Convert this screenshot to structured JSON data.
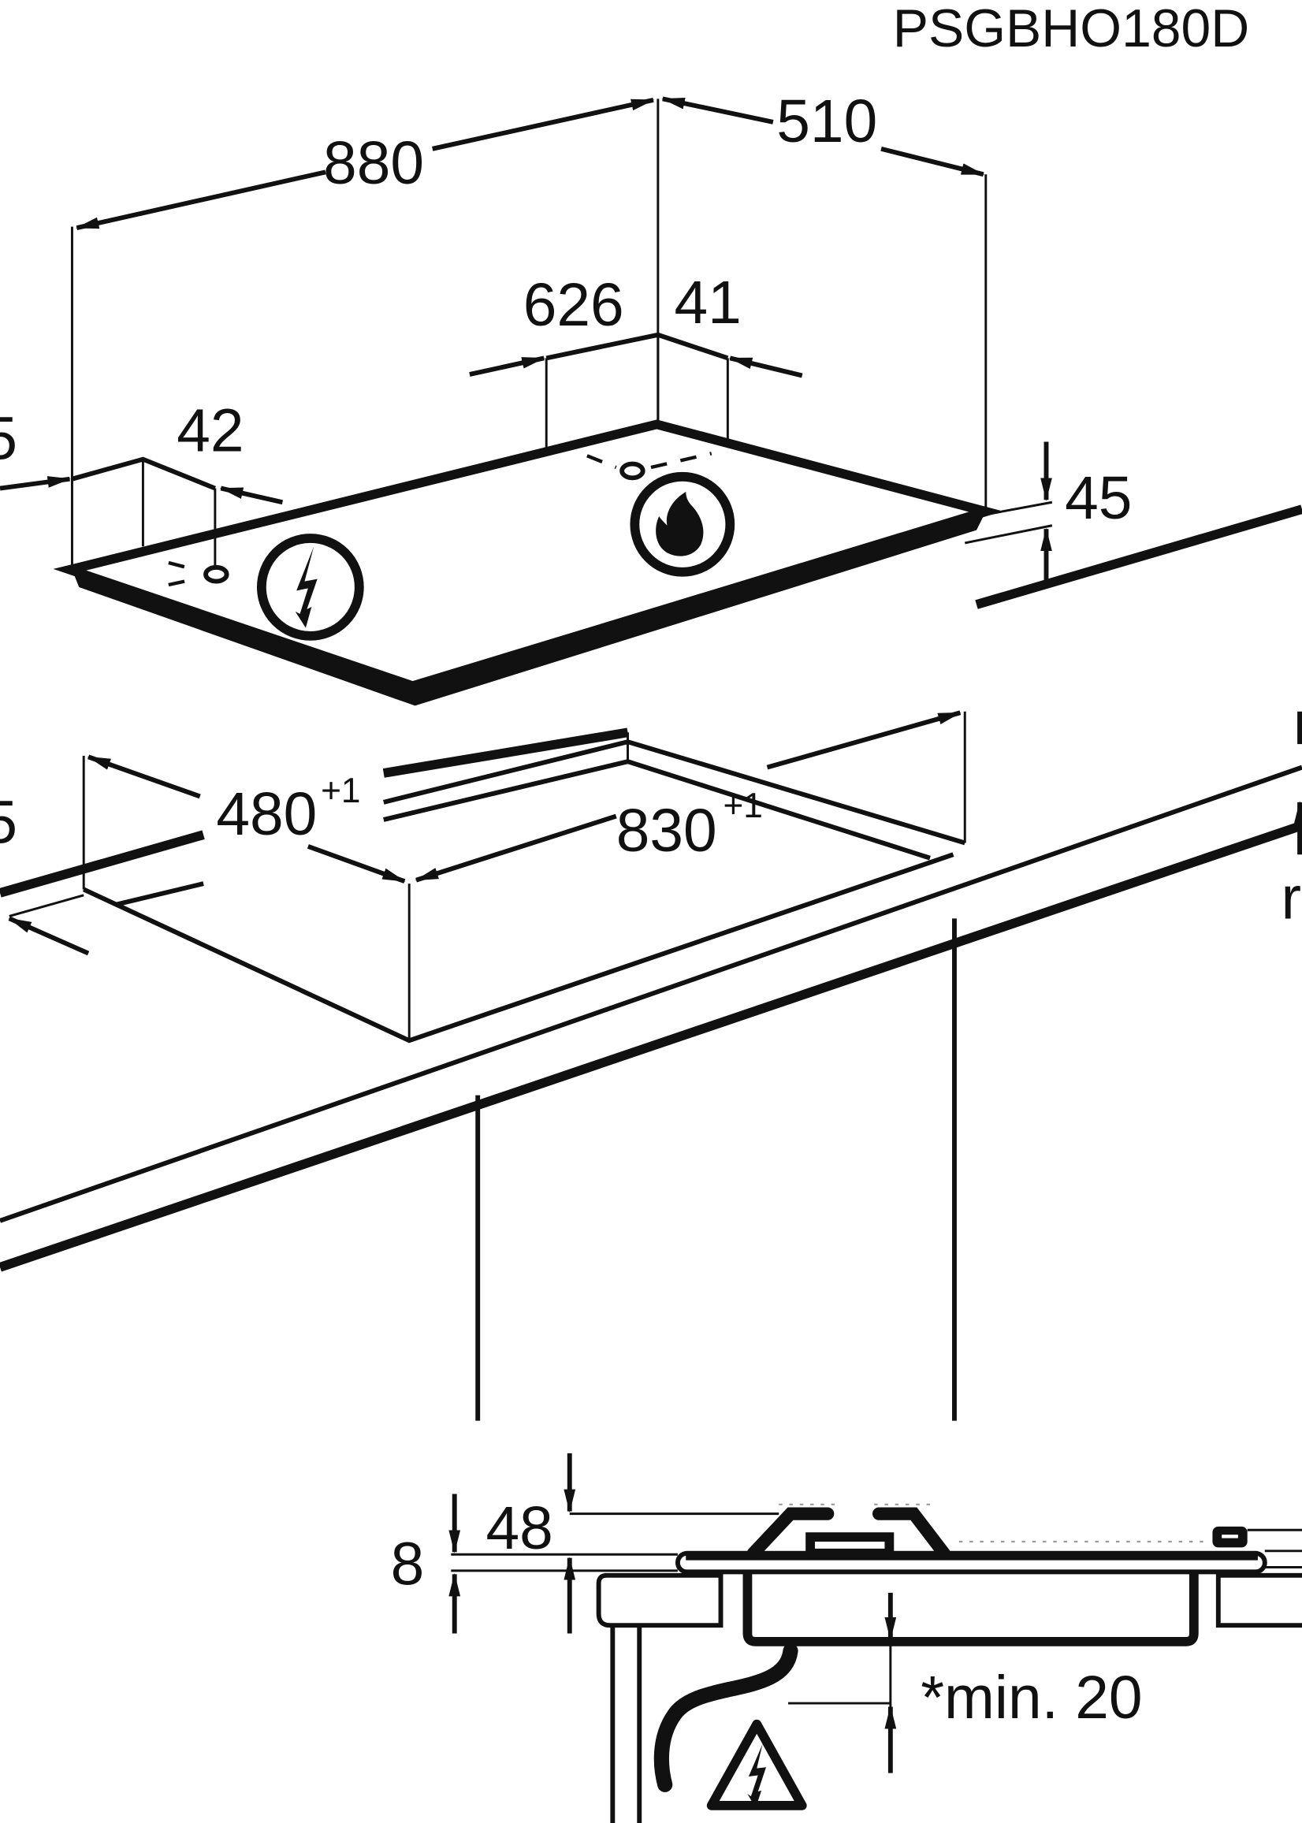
{
  "title": {
    "model": "PSGBHO180D"
  },
  "hob": {
    "width": "880",
    "depth": "510",
    "height": "45",
    "rear_gas_offset": "626",
    "rear_gas_side": "41",
    "rear_left_offset": "42",
    "left_partial_label": "5",
    "icons": {
      "electric": "electric-connection-icon",
      "gas": "gas-flame-icon"
    }
  },
  "cutout": {
    "depth": "480",
    "depth_tolerance": "+1",
    "width": "830",
    "width_tolerance": "+1",
    "left_partial_label": "5",
    "right_partial_label": "r"
  },
  "section": {
    "thickness": "8",
    "overall_height": "48",
    "clearance": "*min. 20",
    "icons": {
      "warning": "electric-hazard-warning-icon"
    }
  }
}
